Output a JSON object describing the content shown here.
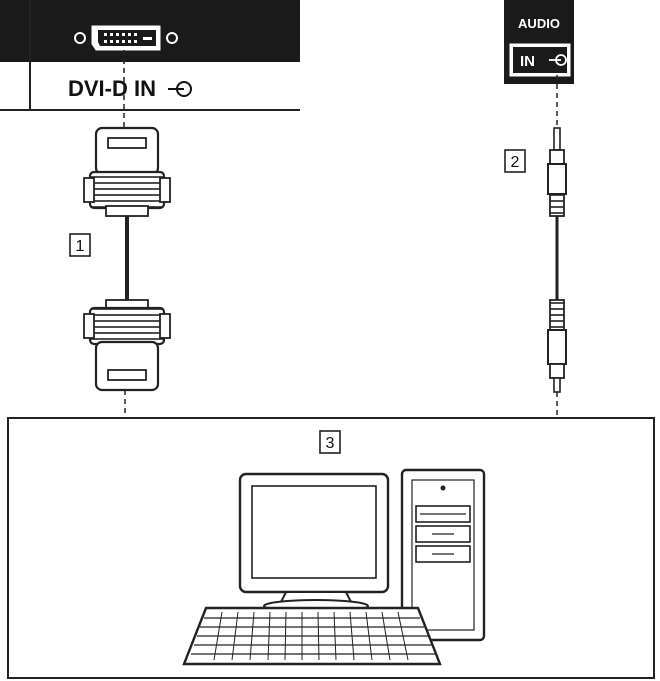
{
  "panel": {
    "dvi_label": "DVI-D IN",
    "audio_label": "AUDIO",
    "audio_in_label": "IN"
  },
  "callouts": {
    "dvi_cable": "1",
    "audio_cable": "2",
    "computer": "3"
  },
  "icons": [
    "dvi-port-icon",
    "input-arrow-icon",
    "dvi-connector-icon",
    "audio-plug-icon",
    "monitor-icon",
    "pc-tower-icon",
    "keyboard-icon"
  ],
  "colors": {
    "panel": "#1a1a1a",
    "line": "#222222",
    "background": "#ffffff"
  }
}
